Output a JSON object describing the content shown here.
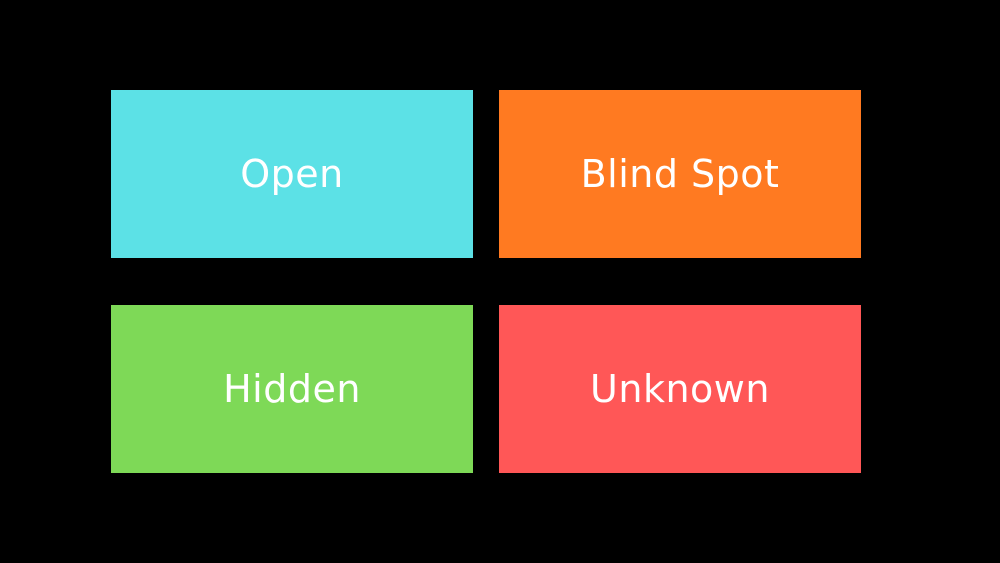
{
  "quadrants": {
    "open": {
      "label": "Open",
      "color": "#5ce1e6"
    },
    "blind_spot": {
      "label": "Blind Spot",
      "color": "#ff7a21"
    },
    "hidden": {
      "label": "Hidden",
      "color": "#7ed957"
    },
    "unknown": {
      "label": "Unknown",
      "color": "#ff5757"
    }
  }
}
